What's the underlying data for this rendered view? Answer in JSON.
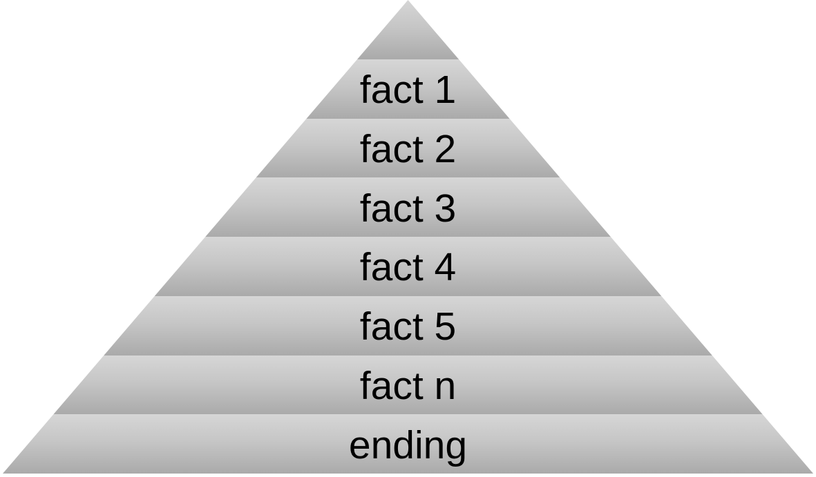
{
  "diagram": {
    "type": "pyramid",
    "description": "Narrative structure pyramid with stacked fact layers leading to an ending",
    "layers": [
      {
        "label": ""
      },
      {
        "label": "fact 1"
      },
      {
        "label": "fact 2"
      },
      {
        "label": "fact 3"
      },
      {
        "label": "fact 4"
      },
      {
        "label": "fact 5"
      },
      {
        "label": "fact n"
      },
      {
        "label": "ending"
      }
    ],
    "colors": {
      "band_gradient_top": "#d6d6d6",
      "band_gradient_mid": "#c6c6c6",
      "band_gradient_bottom": "#aaaaaa",
      "text": "#000000",
      "background": "#ffffff"
    }
  }
}
